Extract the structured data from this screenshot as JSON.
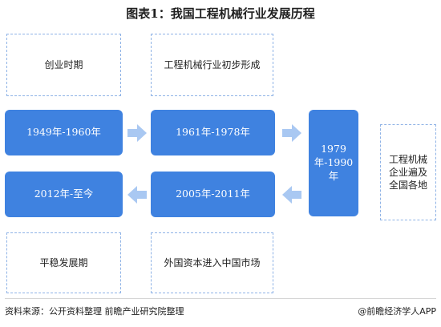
{
  "title": "图表1：我国工程机械行业发展历程",
  "colors": {
    "blue": "#3f82e0",
    "arrow": "#a9c8f2",
    "dash": "#8fb3e6"
  },
  "top_labels": [
    {
      "text": "创业时期"
    },
    {
      "text": "工程机械行业初步形成"
    }
  ],
  "periods": {
    "p1": "1949年-1960年",
    "p2": "1961年-1978年",
    "p3": "1979年-1990年",
    "p4": "2005年-2011年",
    "p5": "2012年-至今"
  },
  "right_label": "工程机械企业遍及全国各地",
  "bottom_labels": [
    {
      "text": "平稳发展期"
    },
    {
      "text": "外国资本进入中国市场"
    }
  ],
  "footer": {
    "source": "资料来源：公开资料整理 前瞻产业研究院整理",
    "brand": "@前瞻经济学人APP"
  }
}
